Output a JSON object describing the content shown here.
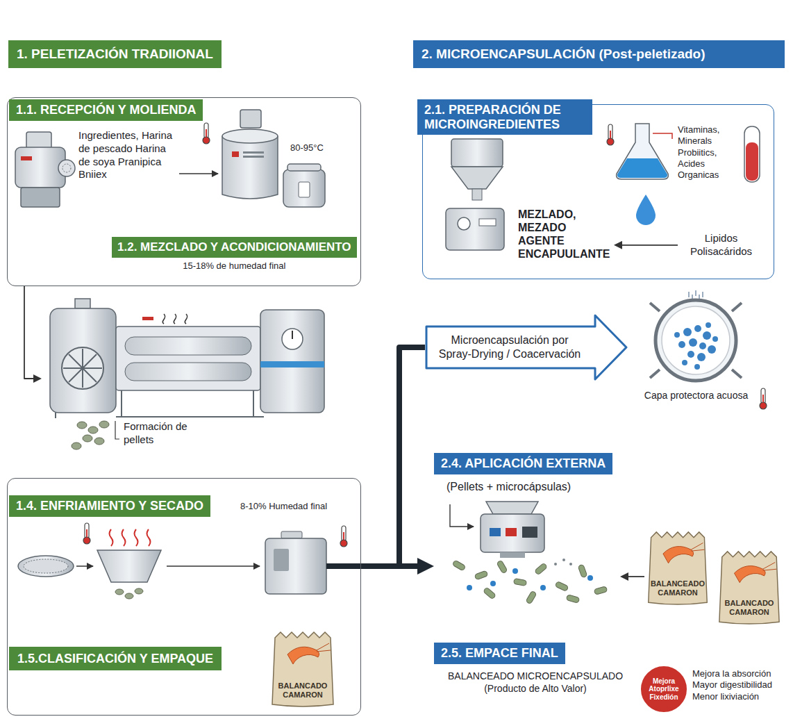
{
  "diagram": {
    "nodes": [
      {
        "text": [
          "1. PELETIZACIÓN TRADIIONAL"
        ]
      },
      {
        "text": [
          "2. MICROENCAPSULACIÓN (Post-peletizado)"
        ]
      },
      {
        "text": [
          "1.1. RECEPCIÓN Y MOLIENDA"
        ]
      },
      {
        "text": [
          "Ingredientes, Harina de pescado Harina de soya Pranipica Bniiex"
        ],
        "in": 2
      },
      {
        "text": [
          "1.2. MEZCLADO Y ACONDICIONAMIENTO",
          "15-18% de humedad final"
        ],
        "in": 2
      },
      {
        "text": [
          "Formación de pellets"
        ]
      },
      {
        "text": [
          "1.4. ENFRIAMIENTO Y SECADO",
          "8-10% Humedad final"
        ]
      },
      {
        "text": [
          "1.5.CLASIFICACIÓN Y EMPAQUE"
        ],
        "in": 6
      },
      {
        "text": [
          "BALANCADO CAMARON"
        ],
        "in": 6
      },
      {
        "text": [
          "2.1. PREPARACIÓN DE MICROINGREDIENTES"
        ]
      },
      {
        "text": [
          "Vitaminas, Minerals Probiitics, Acides Organicas"
        ],
        "in": 9
      },
      {
        "text": [
          "MEZLADO, MEZADO AGENTE ENCAPUULANTE"
        ],
        "in": 9
      },
      {
        "text": [
          "Lipidos Polisacáridos"
        ],
        "in": 9
      },
      {
        "text": [
          "Microencapsulación por Spray-Drying / Coacervación"
        ]
      },
      {
        "text": [
          "Capa protectora acuosa"
        ]
      },
      {
        "text": [
          "2.4. APLICACIÓN EXTERNA",
          "(Pellets + microcápsulas)"
        ]
      },
      {
        "text": [
          "BALANCEADO CAMARON"
        ]
      },
      {
        "text": [
          "BALANCADO CAMARON"
        ]
      },
      {
        "text": [
          "2.5. EMPACE FINAL",
          "BALANCEADO MICROENCAPSULADO (Producto de Alto Valor)"
        ]
      },
      {
        "text": [
          "Mejora Atoprlixe Fixedión"
        ]
      }
    ],
    "edges": [
      {
        "from": 2,
        "to": 5,
        "arrow": "to"
      },
      {
        "from": 6,
        "to": 15,
        "arrow": "to"
      },
      {
        "from": 6,
        "to": 13,
        "arrow": "none"
      },
      {
        "from": 12,
        "to": 11,
        "arrow": "to"
      },
      {
        "from": 16,
        "to": 15,
        "arrow": "to"
      }
    ],
    "labels": [
      "80-95°C",
      "Mejora la absorción Mayor digestibilidad Menor lixiviación"
    ]
  }
}
